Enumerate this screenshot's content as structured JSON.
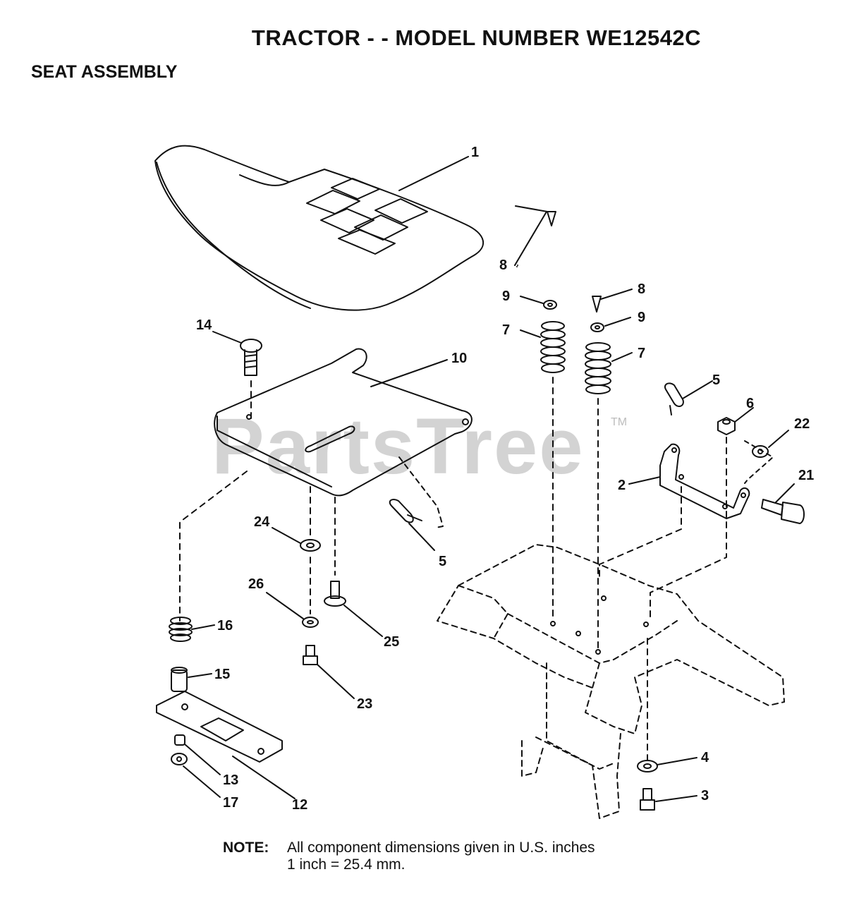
{
  "header": {
    "title": "TRACTOR - - MODEL NUMBER WE12542C",
    "section": "SEAT ASSEMBLY"
  },
  "watermark": {
    "text": "PartsTree",
    "tm": "TM"
  },
  "callouts": {
    "c1": "1",
    "c2": "2",
    "c3": "3",
    "c4": "4",
    "c5a": "5",
    "c5b": "5",
    "c6": "6",
    "c7a": "7",
    "c7b": "7",
    "c8a": "8",
    "c8b": "8",
    "c9a": "9",
    "c9b": "9",
    "c10": "10",
    "c12": "12",
    "c13": "13",
    "c14": "14",
    "c15": "15",
    "c16": "16",
    "c17": "17",
    "c21": "21",
    "c22": "22",
    "c23": "23",
    "c24": "24",
    "c25": "25",
    "c26": "26"
  },
  "note": {
    "label": "NOTE:",
    "line1": "All component dimensions given in U.S. inches",
    "line2": "1 inch = 25.4 mm."
  }
}
